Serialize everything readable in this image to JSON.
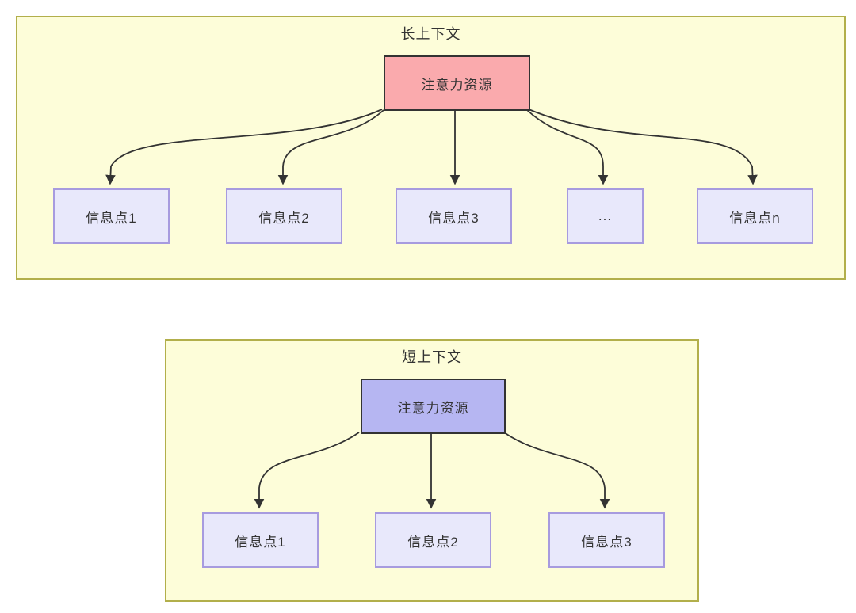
{
  "colors": {
    "page_background": "#ffffff",
    "panel_fill": "#fdfdd9",
    "panel_border": "#b2af4b",
    "long_attention_fill": "#faaaad",
    "short_attention_fill": "#b6b6f2",
    "attention_border": "#333333",
    "node_fill": "#e8e8fb",
    "node_border": "#a79bdf",
    "text": "#333333",
    "arrow": "#333333"
  },
  "long_context": {
    "title": "长上下文",
    "attention_label": "注意力资源",
    "nodes": [
      {
        "label": "信息点1"
      },
      {
        "label": "信息点2"
      },
      {
        "label": "信息点3"
      },
      {
        "label": "..."
      },
      {
        "label": "信息点n"
      }
    ]
  },
  "short_context": {
    "title": "短上下文",
    "attention_label": "注意力资源",
    "nodes": [
      {
        "label": "信息点1"
      },
      {
        "label": "信息点2"
      },
      {
        "label": "信息点3"
      }
    ]
  }
}
